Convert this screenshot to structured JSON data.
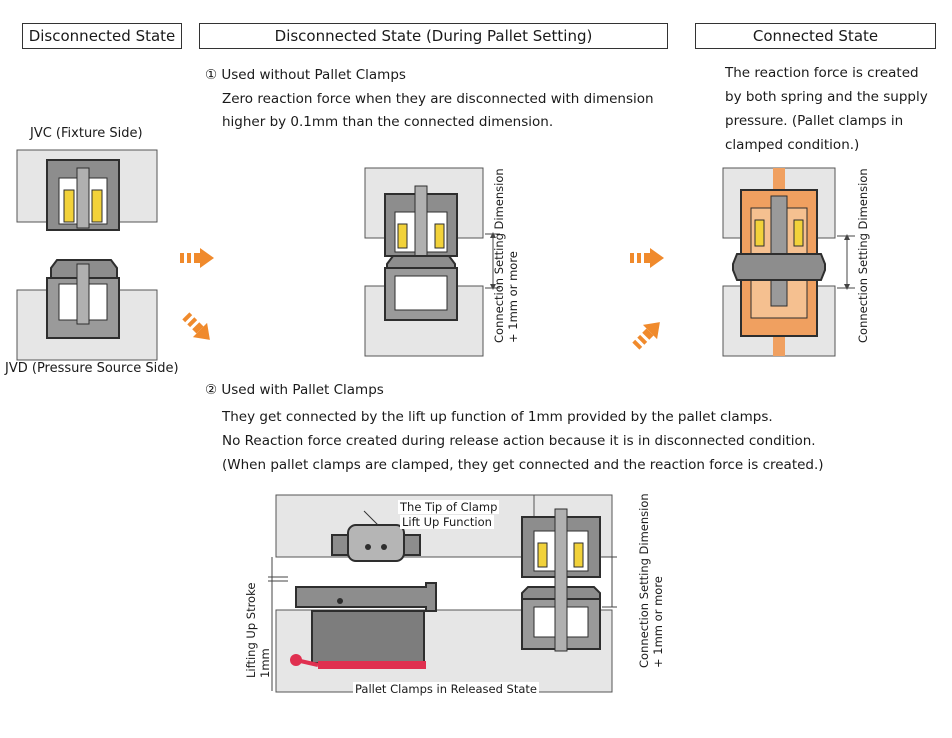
{
  "headers": {
    "disconnected": "Disconnected State",
    "during": "Disconnected State (During Pallet Setting)",
    "connected": "Connected State"
  },
  "labels": {
    "jvc": "JVC (Fixture Side)",
    "jvd": "JVD (Pressure Source Side)"
  },
  "case1": {
    "title": "① Used without Pallet Clamps",
    "line1": "Zero reaction force when they are disconnected with dimension",
    "line2": "higher by 0.1mm than the connected dimension.",
    "dim_line1": "Connection Setting Dimension",
    "dim_line2": "+ 1mm or more"
  },
  "connected_text": {
    "line1": "The reaction force is created",
    "line2": "by both spring and the supply",
    "line3": "pressure. (Pallet clamps in",
    "line4": "clamped condition.)",
    "dim": "Connection Setting Dimension"
  },
  "case2": {
    "title": "② Used with Pallet Clamps",
    "line1": "They get connected by the lift up function of 1mm provided by the pallet clamps.",
    "line2": "No Reaction force created during release action because it is in disconnected condition.",
    "line3": "(When pallet clamps are clamped, they get connected and the reaction force is created.)",
    "tip": "The Tip of Clamp",
    "liftup": "Lift Up Function",
    "stroke1": "Lifting Up Stroke",
    "stroke2": "1mm",
    "released": "Pallet Clamps in Released State",
    "dim_line1": "Connection Setting Dimension",
    "dim_line2": "+ 1mm or more"
  },
  "colors": {
    "arrow": "#f08a2c",
    "spring": "#f2d23a",
    "body": "#9a9a9a",
    "dark": "#2e2e2e",
    "plate": "#e6e6e6",
    "pressure": "#f0a060",
    "clampbar": "#e03050"
  }
}
